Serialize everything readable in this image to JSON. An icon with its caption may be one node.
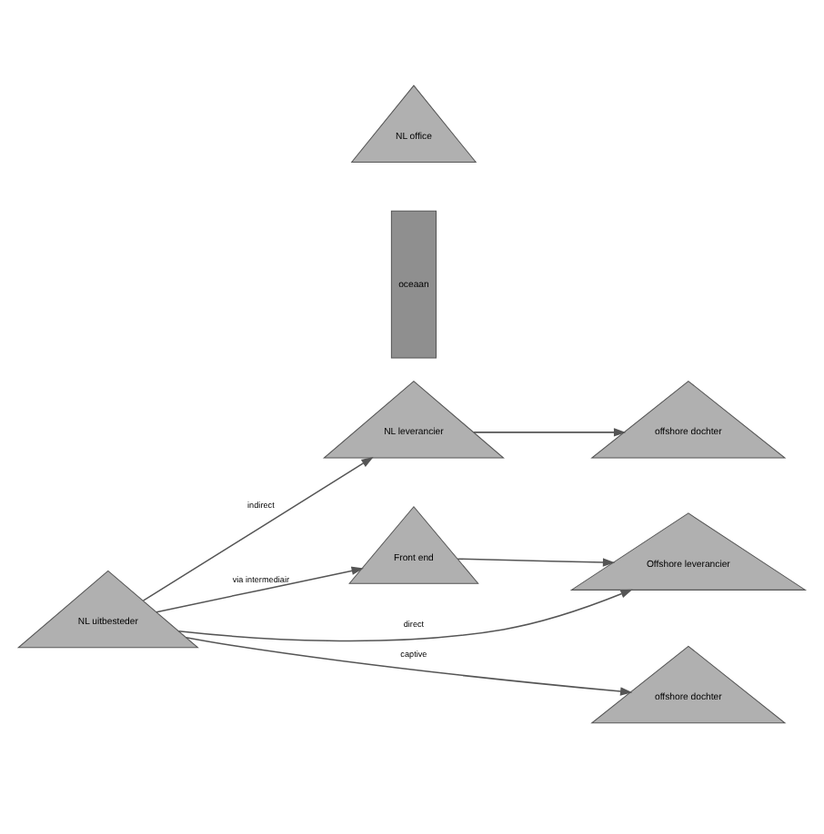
{
  "diagram": {
    "nodes": [
      {
        "text": [
          "NL leverancier"
        ]
      },
      {
        "text": [
          "offshore dochter"
        ]
      },
      {
        "text": [
          "oceaan"
        ]
      },
      {
        "text": [
          "Front end"
        ]
      },
      {
        "text": [
          "NL uitbesteder"
        ]
      },
      {
        "text": [
          "NL office"
        ]
      },
      {
        "text": [
          "Offshore leverancier"
        ]
      },
      {
        "text": [
          "offshore dochter"
        ]
      }
    ],
    "edges": [
      {
        "from": 4,
        "to": 0,
        "arrow": "to",
        "label": "indirect"
      },
      {
        "from": 4,
        "to": 3,
        "arrow": "to",
        "label": "via intermediair"
      },
      {
        "from": 4,
        "to": 6,
        "arrow": "to",
        "label": "direct"
      },
      {
        "from": 4,
        "to": 7,
        "arrow": "to",
        "label": "captive"
      },
      {
        "from": 0,
        "to": 1,
        "arrow": "to"
      },
      {
        "from": 3,
        "to": 6,
        "arrow": "to"
      }
    ]
  }
}
